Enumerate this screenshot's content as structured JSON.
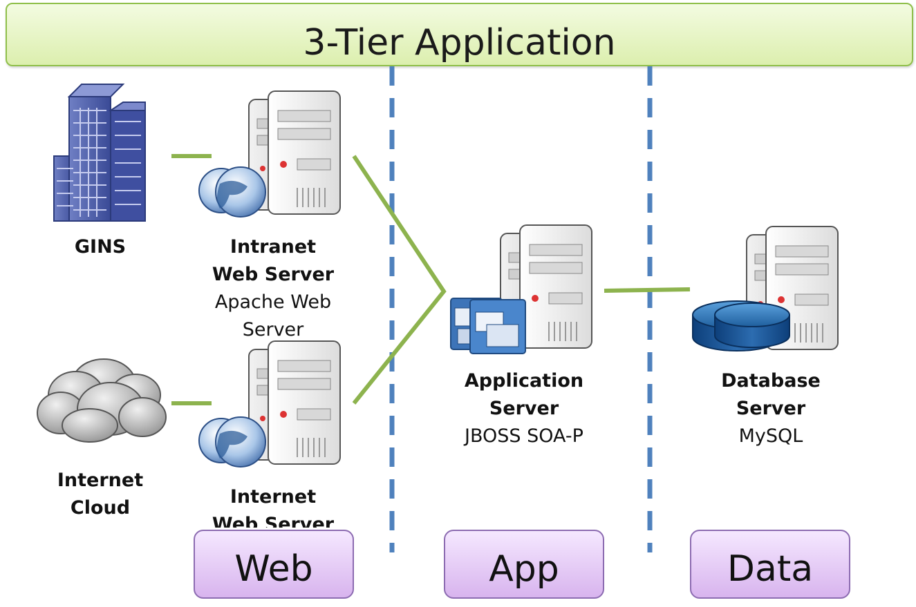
{
  "title": "3-Tier Application",
  "nodes": {
    "gins": {
      "name": "GINS"
    },
    "internet_cloud": {
      "name_line1": "Internet",
      "name_line2": "Cloud"
    },
    "intranet_web_server": {
      "name_line1": "Intranet",
      "name_line2": "Web Server",
      "detail_line1": "Apache Web",
      "detail_line2": "Server"
    },
    "internet_web_server": {
      "name_line1": "Internet",
      "name_line2": "Web Server"
    },
    "application_server": {
      "name_line1": "Application",
      "name_line2": "Server",
      "detail": "JBOSS SOA-P"
    },
    "database_server": {
      "name_line1": "Database",
      "name_line2": "Server",
      "detail": "MySQL"
    }
  },
  "tiers": {
    "web": "Web",
    "app": "App",
    "data": "Data"
  },
  "colors": {
    "connector": "#8db34e",
    "tier_divider": "#4f81bd",
    "title_fill": "#dcefae",
    "tier_fill": "#d8b4ee"
  }
}
